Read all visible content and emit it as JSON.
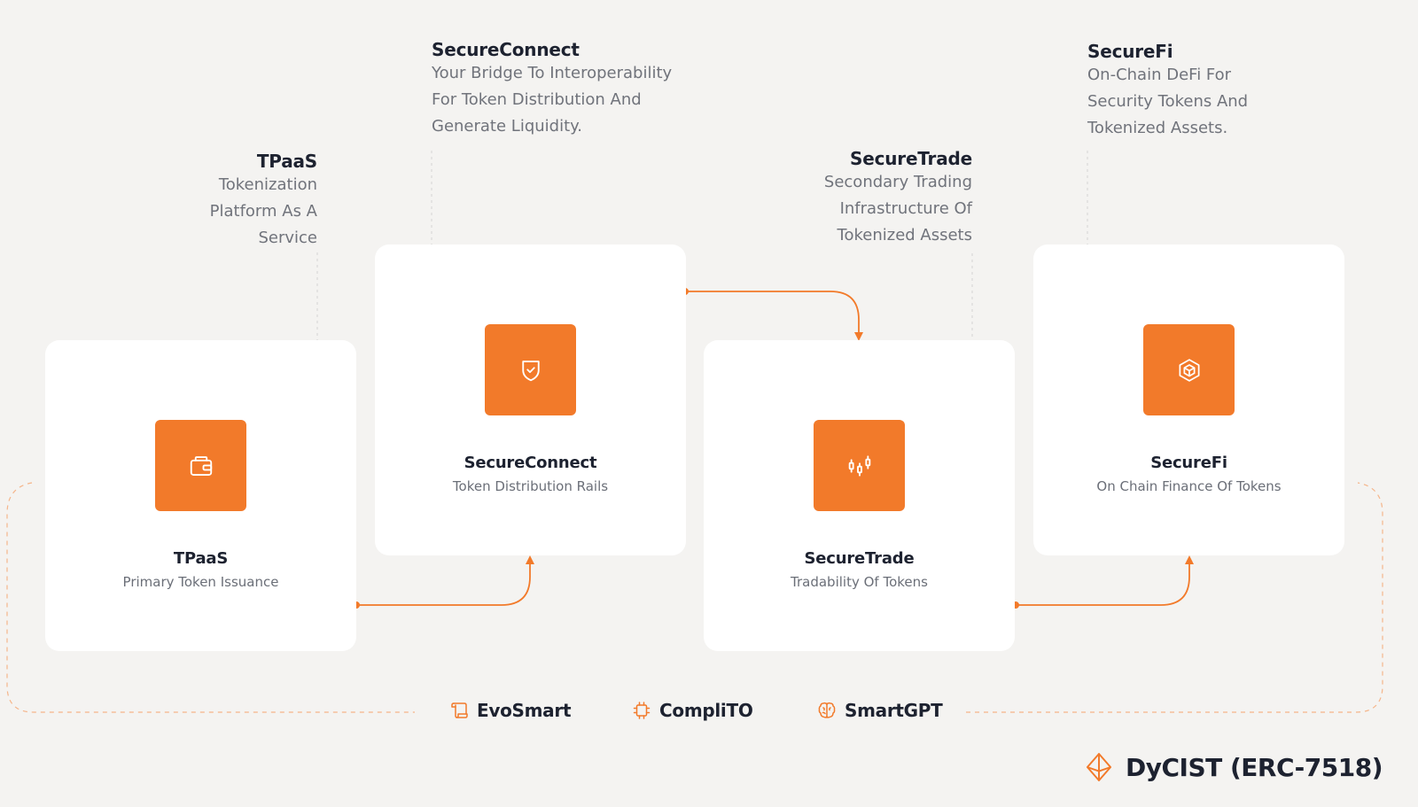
{
  "annotations": [
    {
      "title": "TPaaS",
      "description": "Tokenization\nPlatform As A\nService"
    },
    {
      "title": "SecureConnect",
      "description": "Your Bridge To Interoperability\nFor Token Distribution And\nGenerate Liquidity."
    },
    {
      "title": "SecureTrade",
      "description": "Secondary Trading\nInfrastructure Of\nTokenized Assets"
    },
    {
      "title": "SecureFi",
      "description": "On-Chain DeFi For\nSecurity Tokens And\nTokenized Assets."
    }
  ],
  "cards": [
    {
      "title": "TPaaS",
      "subtitle": "Primary Token Issuance",
      "icon": "wallet-icon"
    },
    {
      "title": "SecureConnect",
      "subtitle": "Token Distribution Rails",
      "icon": "shield-check-icon"
    },
    {
      "title": "SecureTrade",
      "subtitle": "Tradability Of Tokens",
      "icon": "candlestick-icon"
    },
    {
      "title": "SecureFi",
      "subtitle": "On Chain Finance Of Tokens",
      "icon": "cube-icon"
    }
  ],
  "tools": [
    {
      "label": "EvoSmart",
      "icon": "scroll-icon"
    },
    {
      "label": "CompliTO",
      "icon": "chip-icon"
    },
    {
      "label": "SmartGPT",
      "icon": "brain-icon"
    }
  ],
  "brand": {
    "label": "DyCIST (ERC-7518)",
    "icon": "diamond-icon"
  },
  "colors": {
    "accent": "#f27a2a",
    "background": "#f4f3f1",
    "card": "#ffffff",
    "text": "#1d2230",
    "muted": "#70737b"
  }
}
